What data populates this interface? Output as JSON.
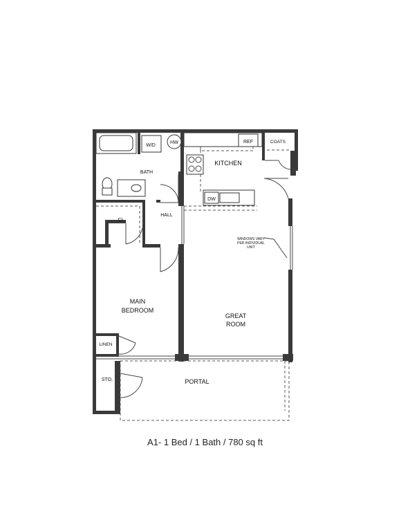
{
  "rooms": {
    "bath": "BATH",
    "washer_dryer": "W/D",
    "water_heater": "HW",
    "refrigerator": "REF",
    "coats": "COATS",
    "kitchen": "KITCHEN",
    "dishwasher": "DW",
    "closet": "CL",
    "hall": "HALL",
    "main_bedroom_line1": "MAIN",
    "main_bedroom_line2": "BEDROOM",
    "great_room_line1": "GREAT",
    "great_room_line2": "ROOM",
    "linen": "LINEN",
    "storage": "STO.",
    "portal": "PORTAL"
  },
  "notes": {
    "windows_line1": "WINDOWS VARY",
    "windows_line2": "PER INDIVIDUAL",
    "windows_line3": "UNIT"
  },
  "caption": "A1- 1 Bed / 1 Bath / 780 sq ft"
}
